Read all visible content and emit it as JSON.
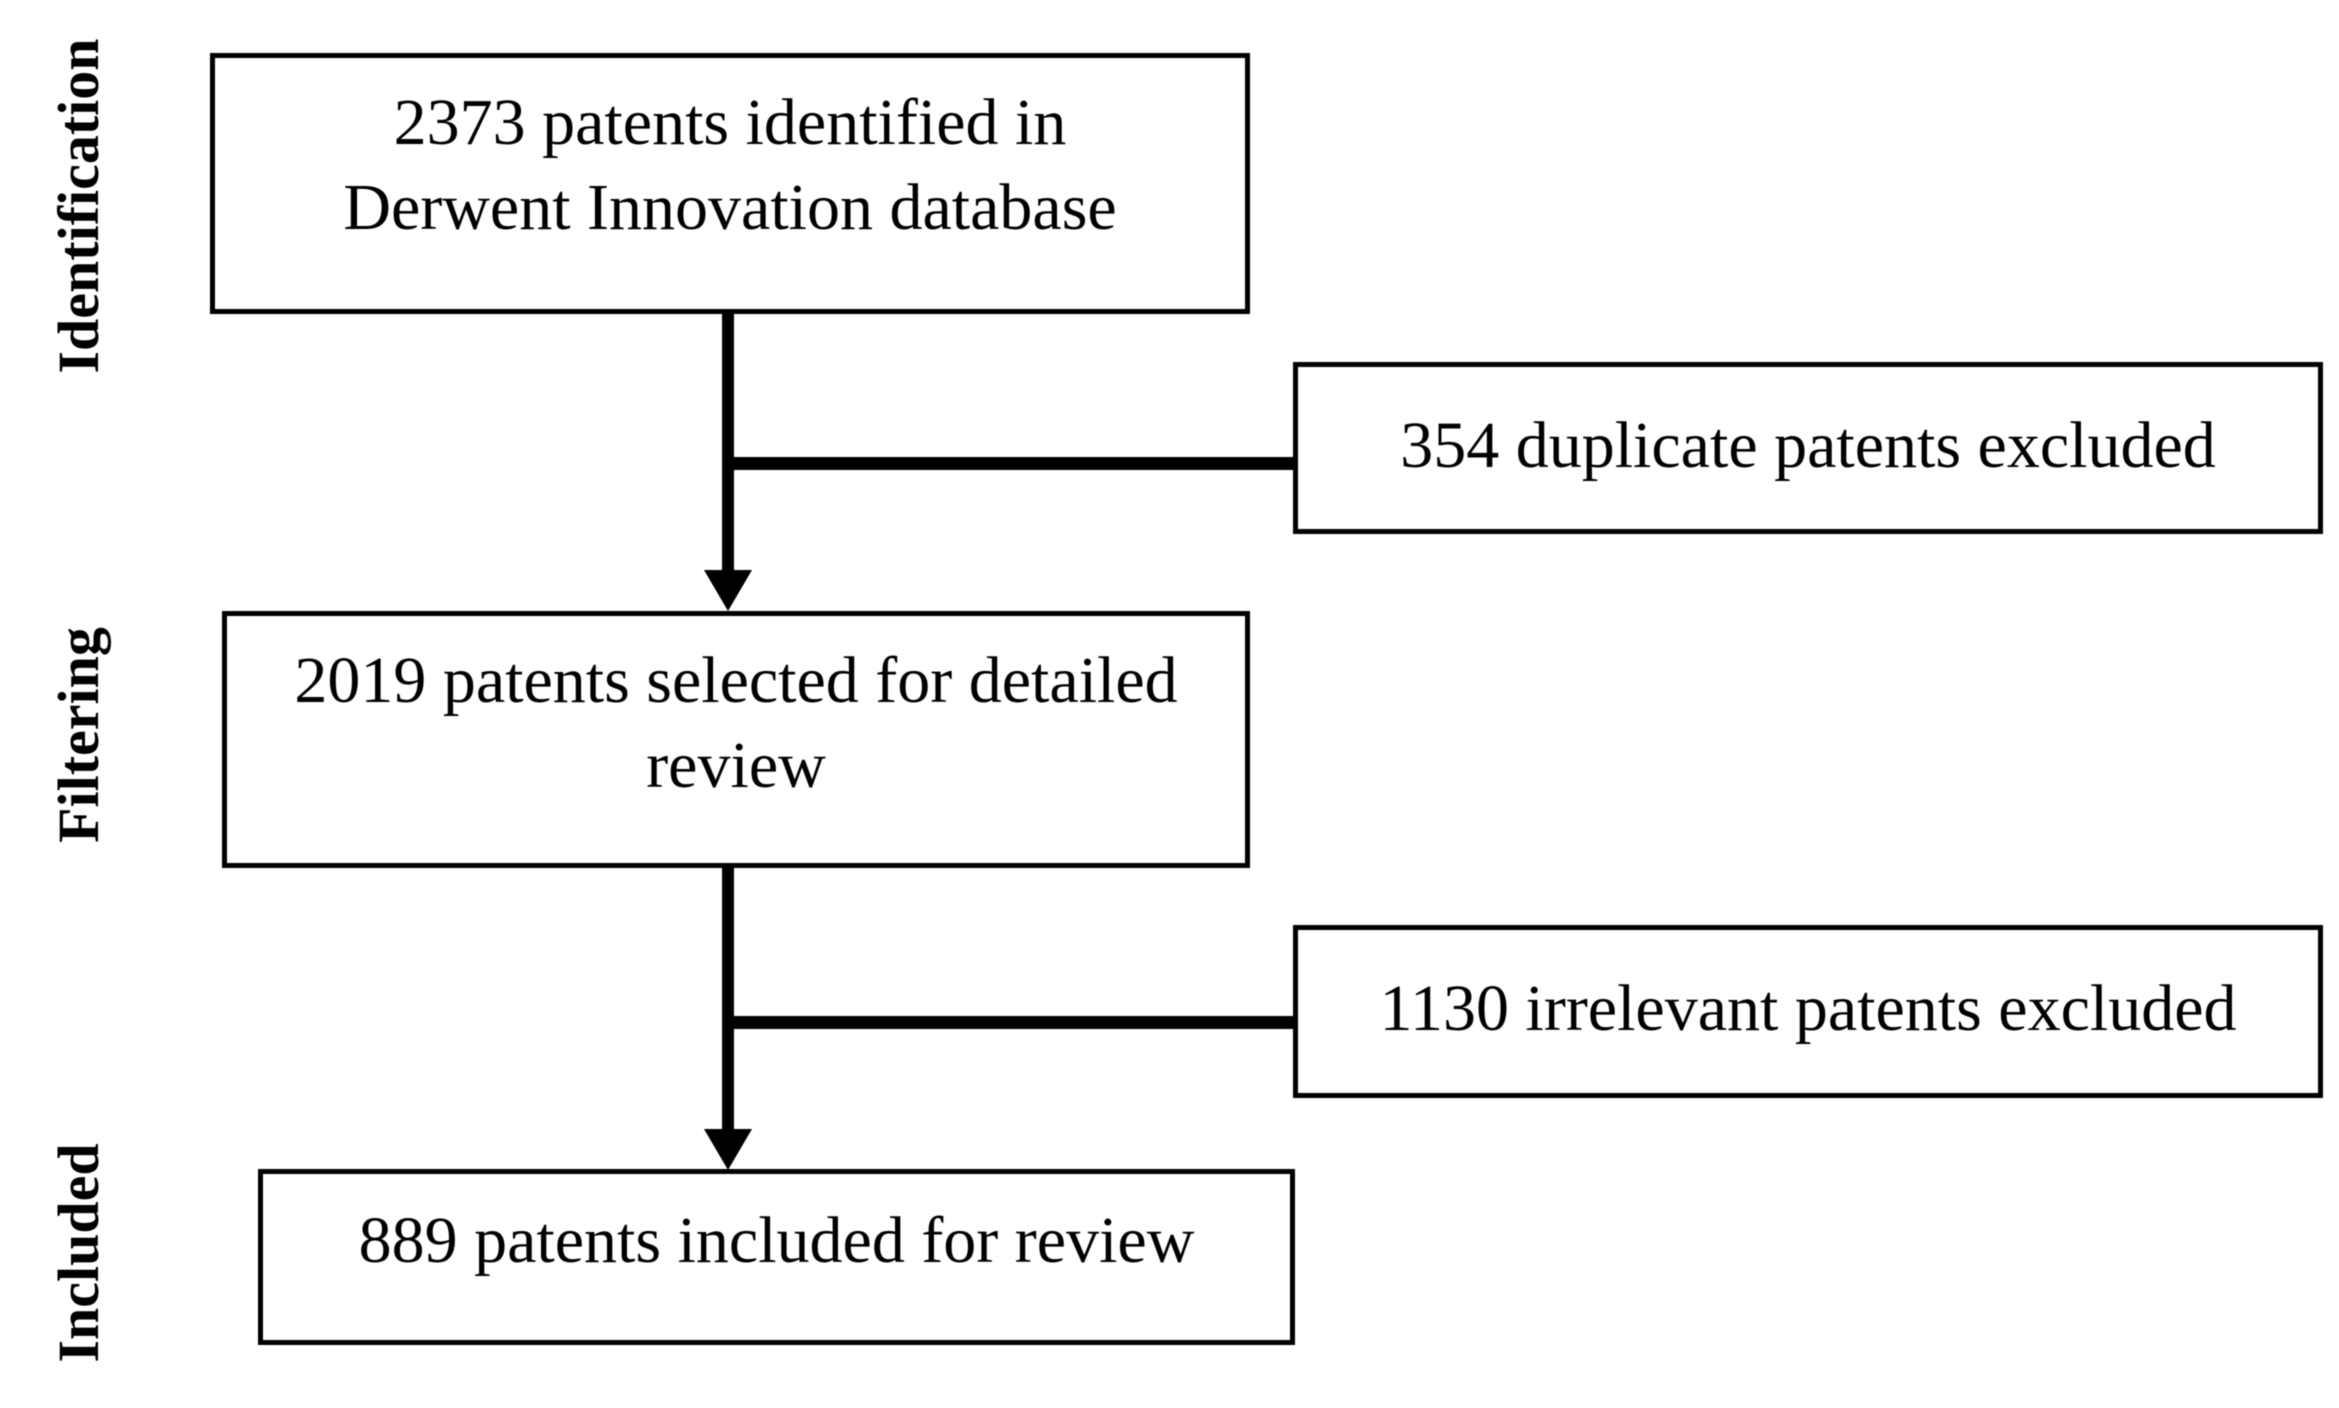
{
  "diagram": {
    "background_color": "#ffffff",
    "line_color": "#000000",
    "text_color": "#000000",
    "stages": {
      "identification": "Identification",
      "filtering": "Filtering",
      "included": "Included"
    },
    "boxes": {
      "identified": {
        "line1": "2373 patents identified in",
        "line2": "Derwent Innovation database"
      },
      "selected": {
        "line1": "2019 patents selected for detailed",
        "line2": "review"
      },
      "included": {
        "line1": "889 patents included for review"
      },
      "excluded_duplicates": {
        "line1": "354 duplicate patents excluded"
      },
      "excluded_irrelevant": {
        "line1": "1130 irrelevant patents excluded"
      }
    },
    "counts": {
      "identified": 2373,
      "duplicates_excluded": 354,
      "selected_for_review": 2019,
      "irrelevant_excluded": 1130,
      "included_for_review": 889
    }
  }
}
